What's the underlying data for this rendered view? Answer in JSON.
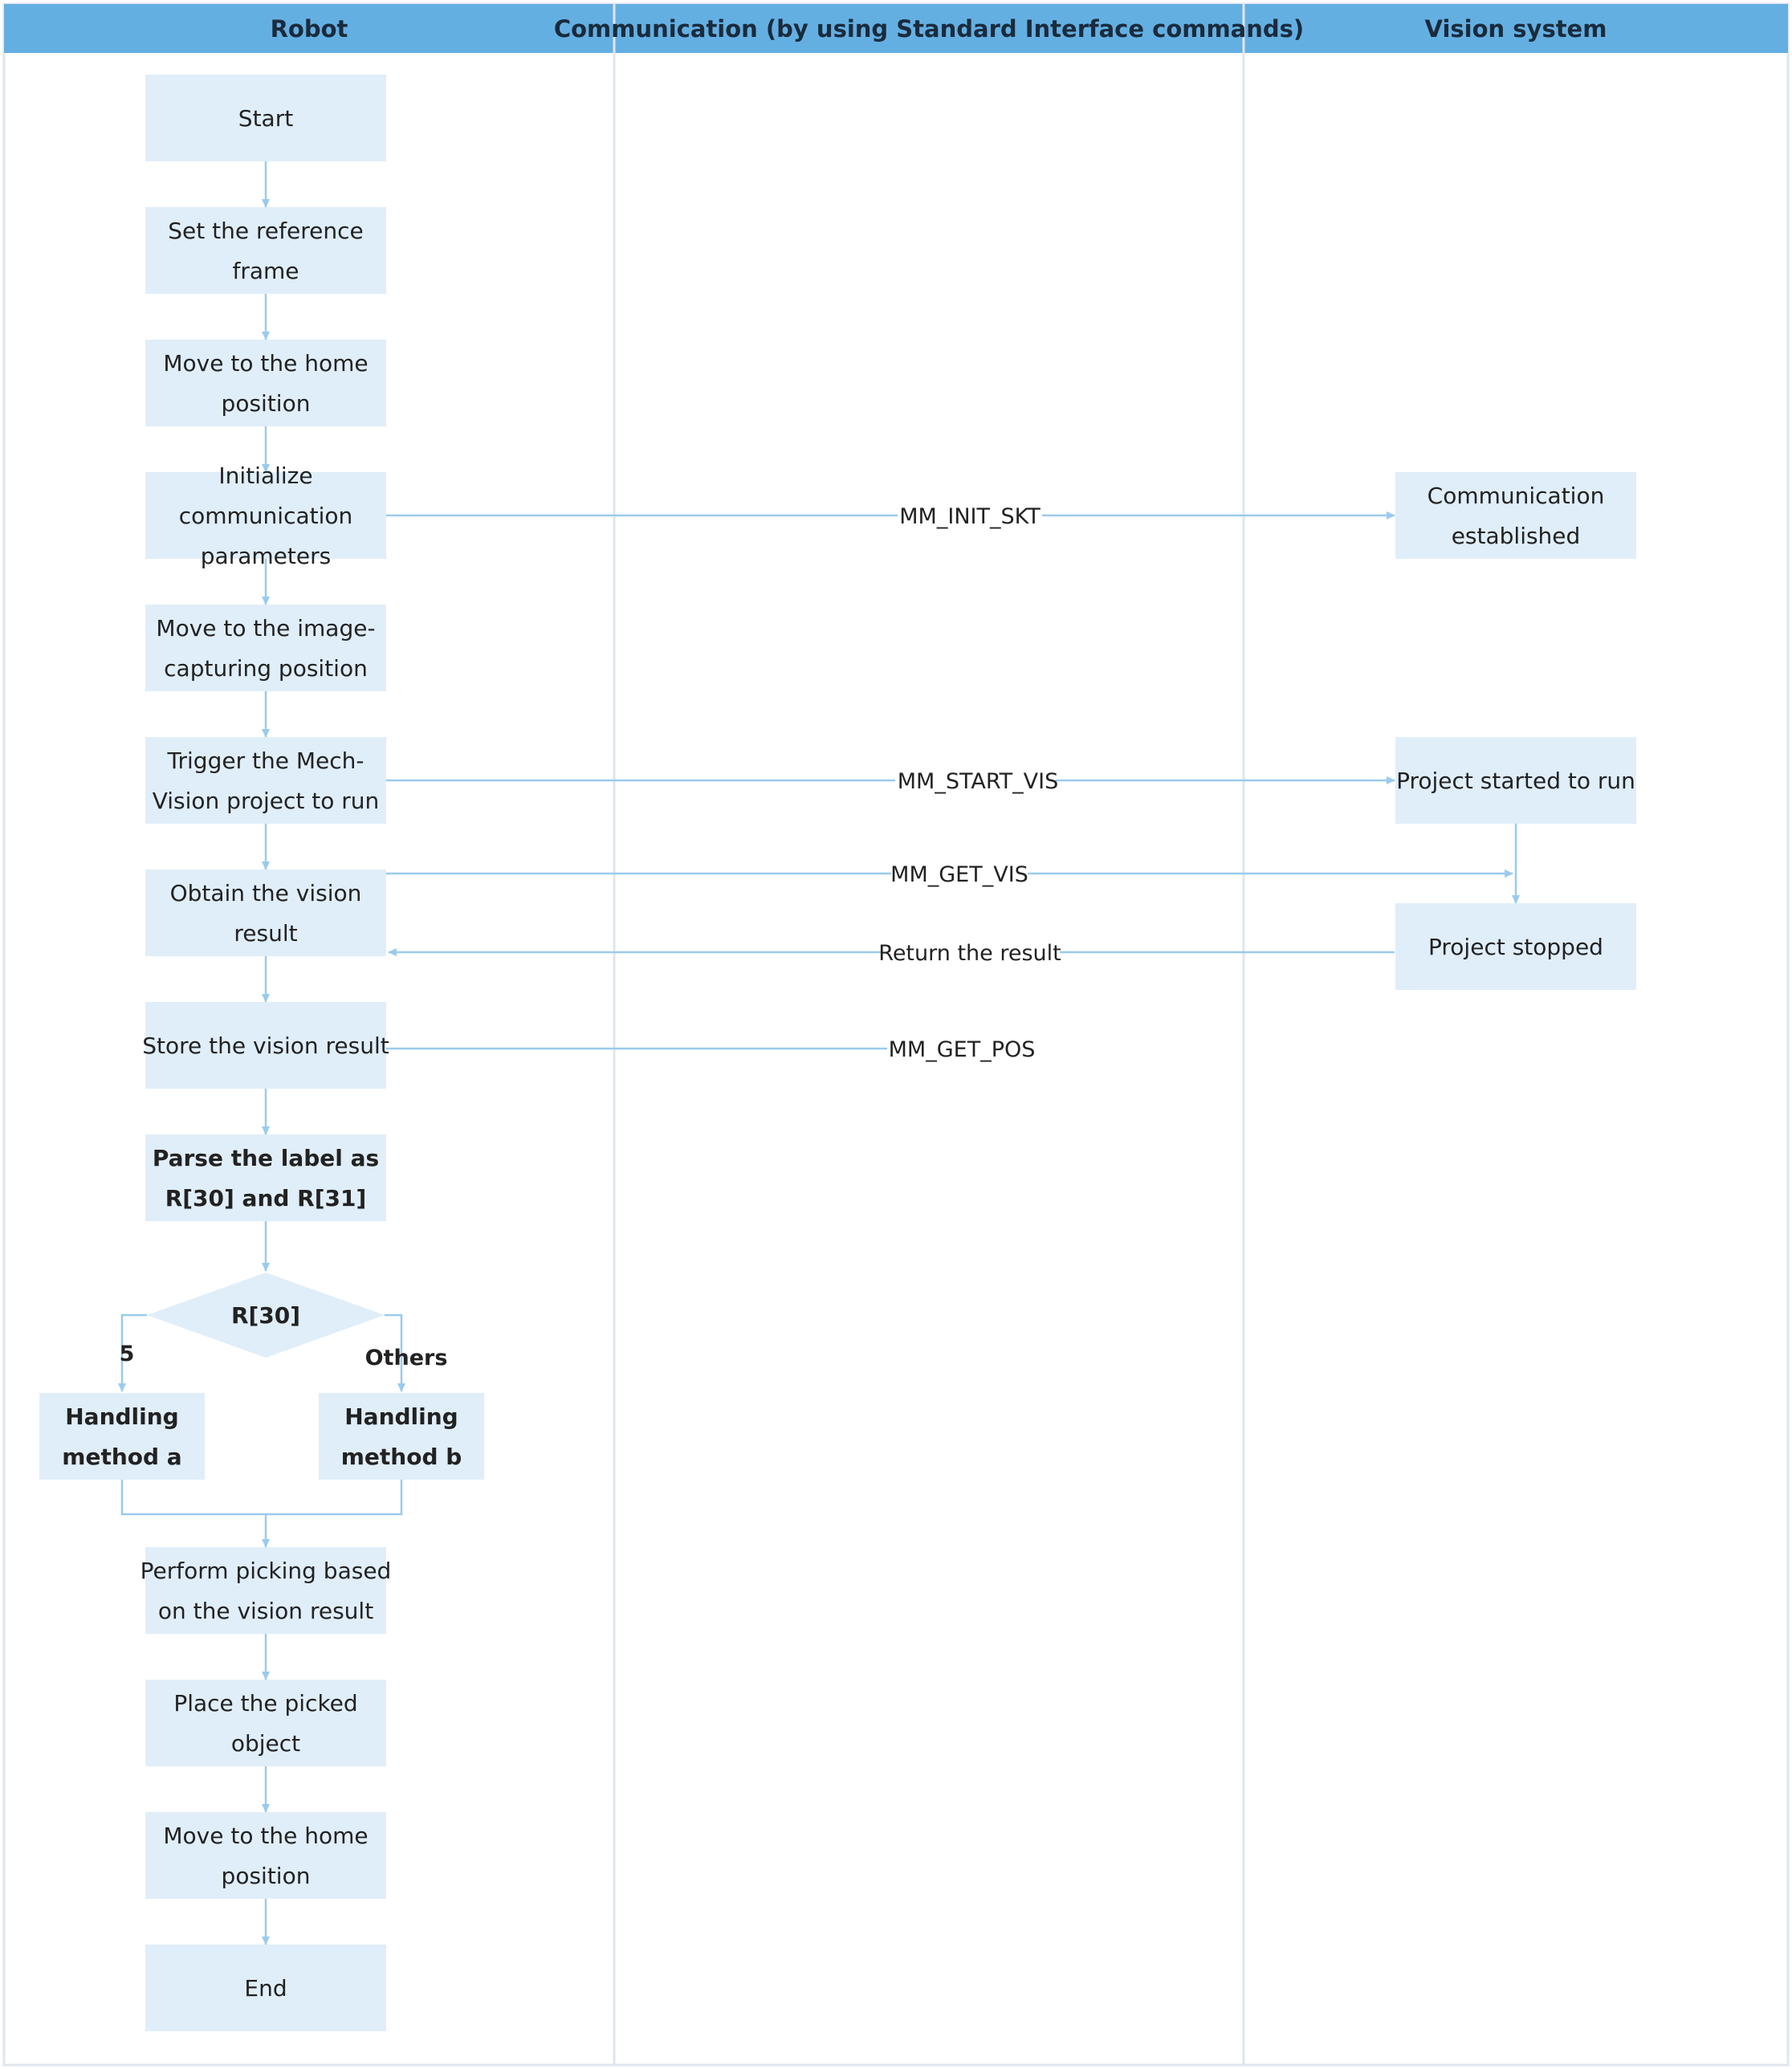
{
  "lanes": [
    {
      "id": "robot",
      "title": "Robot"
    },
    {
      "id": "comm",
      "title": "Communication (by using Standard Interface commands)"
    },
    {
      "id": "vision",
      "title": "Vision system"
    }
  ],
  "nodes": [
    {
      "id": "start",
      "lines": [
        "Start"
      ]
    },
    {
      "id": "set_ref",
      "lines": [
        "Set the reference",
        "frame"
      ]
    },
    {
      "id": "home1",
      "lines": [
        "Move to the home",
        "position"
      ]
    },
    {
      "id": "init_comm",
      "lines": [
        "Initialize",
        "communication",
        "parameters"
      ]
    },
    {
      "id": "img_pos",
      "lines": [
        "Move to the image-",
        "capturing position"
      ]
    },
    {
      "id": "trigger",
      "lines": [
        "Trigger the Mech-",
        "Vision project to run"
      ]
    },
    {
      "id": "obtain",
      "lines": [
        "Obtain the vision",
        "result"
      ]
    },
    {
      "id": "store",
      "lines": [
        "Store the vision result"
      ]
    },
    {
      "id": "parse",
      "lines": [
        "Parse the label as",
        "R[30] and R[31]"
      ],
      "bold": true
    },
    {
      "id": "decision",
      "lines": [
        "R[30]"
      ],
      "bold": true,
      "shape": "diamond"
    },
    {
      "id": "method_a",
      "lines": [
        "Handling",
        "method a"
      ],
      "bold": true
    },
    {
      "id": "method_b",
      "lines": [
        "Handling",
        "method b"
      ],
      "bold": true
    },
    {
      "id": "pick",
      "lines": [
        "Perform picking based",
        "on the vision result"
      ]
    },
    {
      "id": "place",
      "lines": [
        "Place the picked",
        "object"
      ]
    },
    {
      "id": "home2",
      "lines": [
        "Move to the home",
        "position"
      ]
    },
    {
      "id": "end",
      "lines": [
        "End"
      ]
    },
    {
      "id": "comm_est",
      "lines": [
        "Communication",
        "established"
      ]
    },
    {
      "id": "proj_run",
      "lines": [
        "Project started to run"
      ]
    },
    {
      "id": "proj_stop",
      "lines": [
        "Project stopped"
      ]
    }
  ],
  "edge_labels": {
    "init": "MM_INIT_SKT",
    "start_vis": "MM_START_VIS",
    "get_vis": "MM_GET_VIS",
    "ret": "Return the result",
    "get_pos": "MM_GET_POS",
    "branch_a": "5",
    "branch_b": "Others"
  }
}
